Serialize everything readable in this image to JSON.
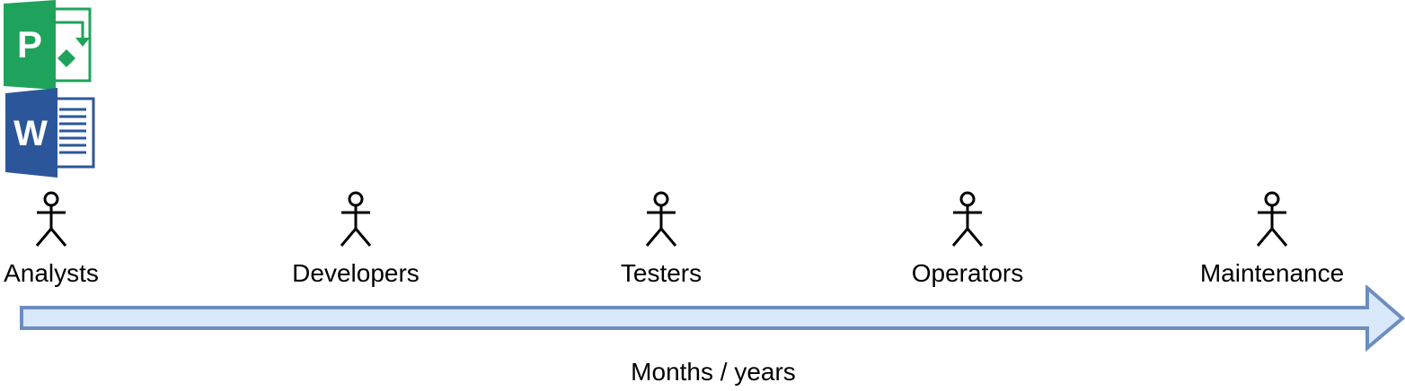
{
  "diagram": {
    "tools": [
      {
        "id": "project",
        "icon": "microsoft-project-icon",
        "letter": "P",
        "color": "#1fa35c"
      },
      {
        "id": "word",
        "icon": "microsoft-word-icon",
        "letter": "W",
        "color": "#2b579a"
      }
    ],
    "actors": [
      {
        "label": "Analysts",
        "icon": "stick-figure-icon"
      },
      {
        "label": "Developers",
        "icon": "stick-figure-icon"
      },
      {
        "label": "Testers",
        "icon": "stick-figure-icon"
      },
      {
        "label": "Operators",
        "icon": "stick-figure-icon"
      },
      {
        "label": "Maintenance",
        "icon": "stick-figure-icon"
      }
    ],
    "timeline": {
      "label": "Months / years",
      "fill": "#dae8fc",
      "stroke": "#6c8ebf"
    }
  }
}
